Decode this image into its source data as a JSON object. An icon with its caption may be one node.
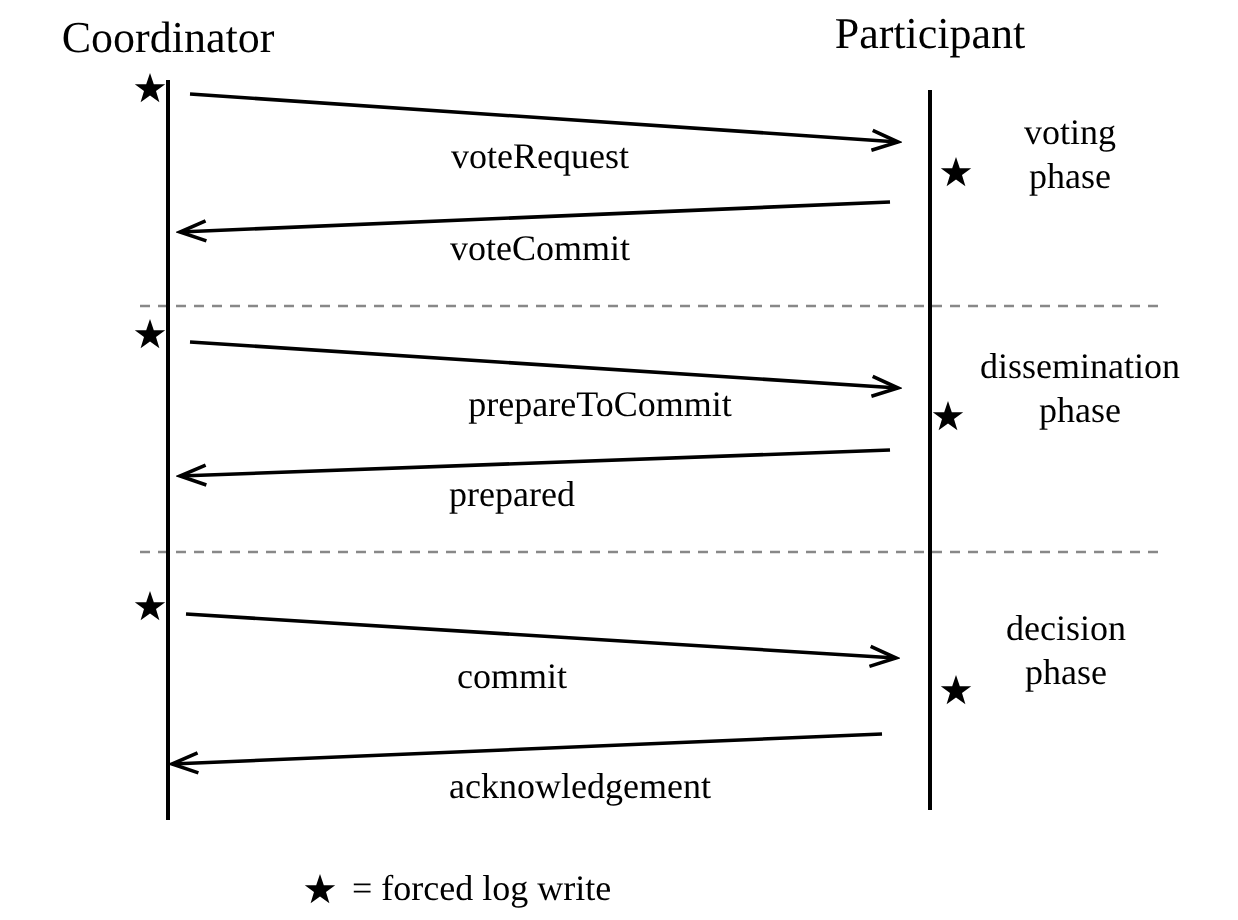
{
  "diagram": {
    "nodes": [
      {
        "text": [
          "Coordinator"
        ]
      },
      {
        "text": [
          "Participant"
        ]
      }
    ],
    "edges": [
      {
        "from": 0,
        "to": 1,
        "arrow": "to",
        "label": "voteRequest"
      },
      {
        "from": 1,
        "to": 0,
        "arrow": "to",
        "label": "voteCommit"
      },
      {
        "from": 0,
        "to": 1,
        "arrow": "to",
        "label": "prepareToCommit"
      },
      {
        "from": 1,
        "to": 0,
        "arrow": "to",
        "label": "prepared"
      },
      {
        "from": 0,
        "to": 1,
        "arrow": "to",
        "label": "commit"
      },
      {
        "from": 1,
        "to": 0,
        "arrow": "to",
        "label": "acknowledgement"
      }
    ],
    "labels": [
      "voting phase",
      "dissemination phase",
      "decision phase"
    ],
    "legend": [
      {
        "text": "= forced log write"
      }
    ]
  }
}
